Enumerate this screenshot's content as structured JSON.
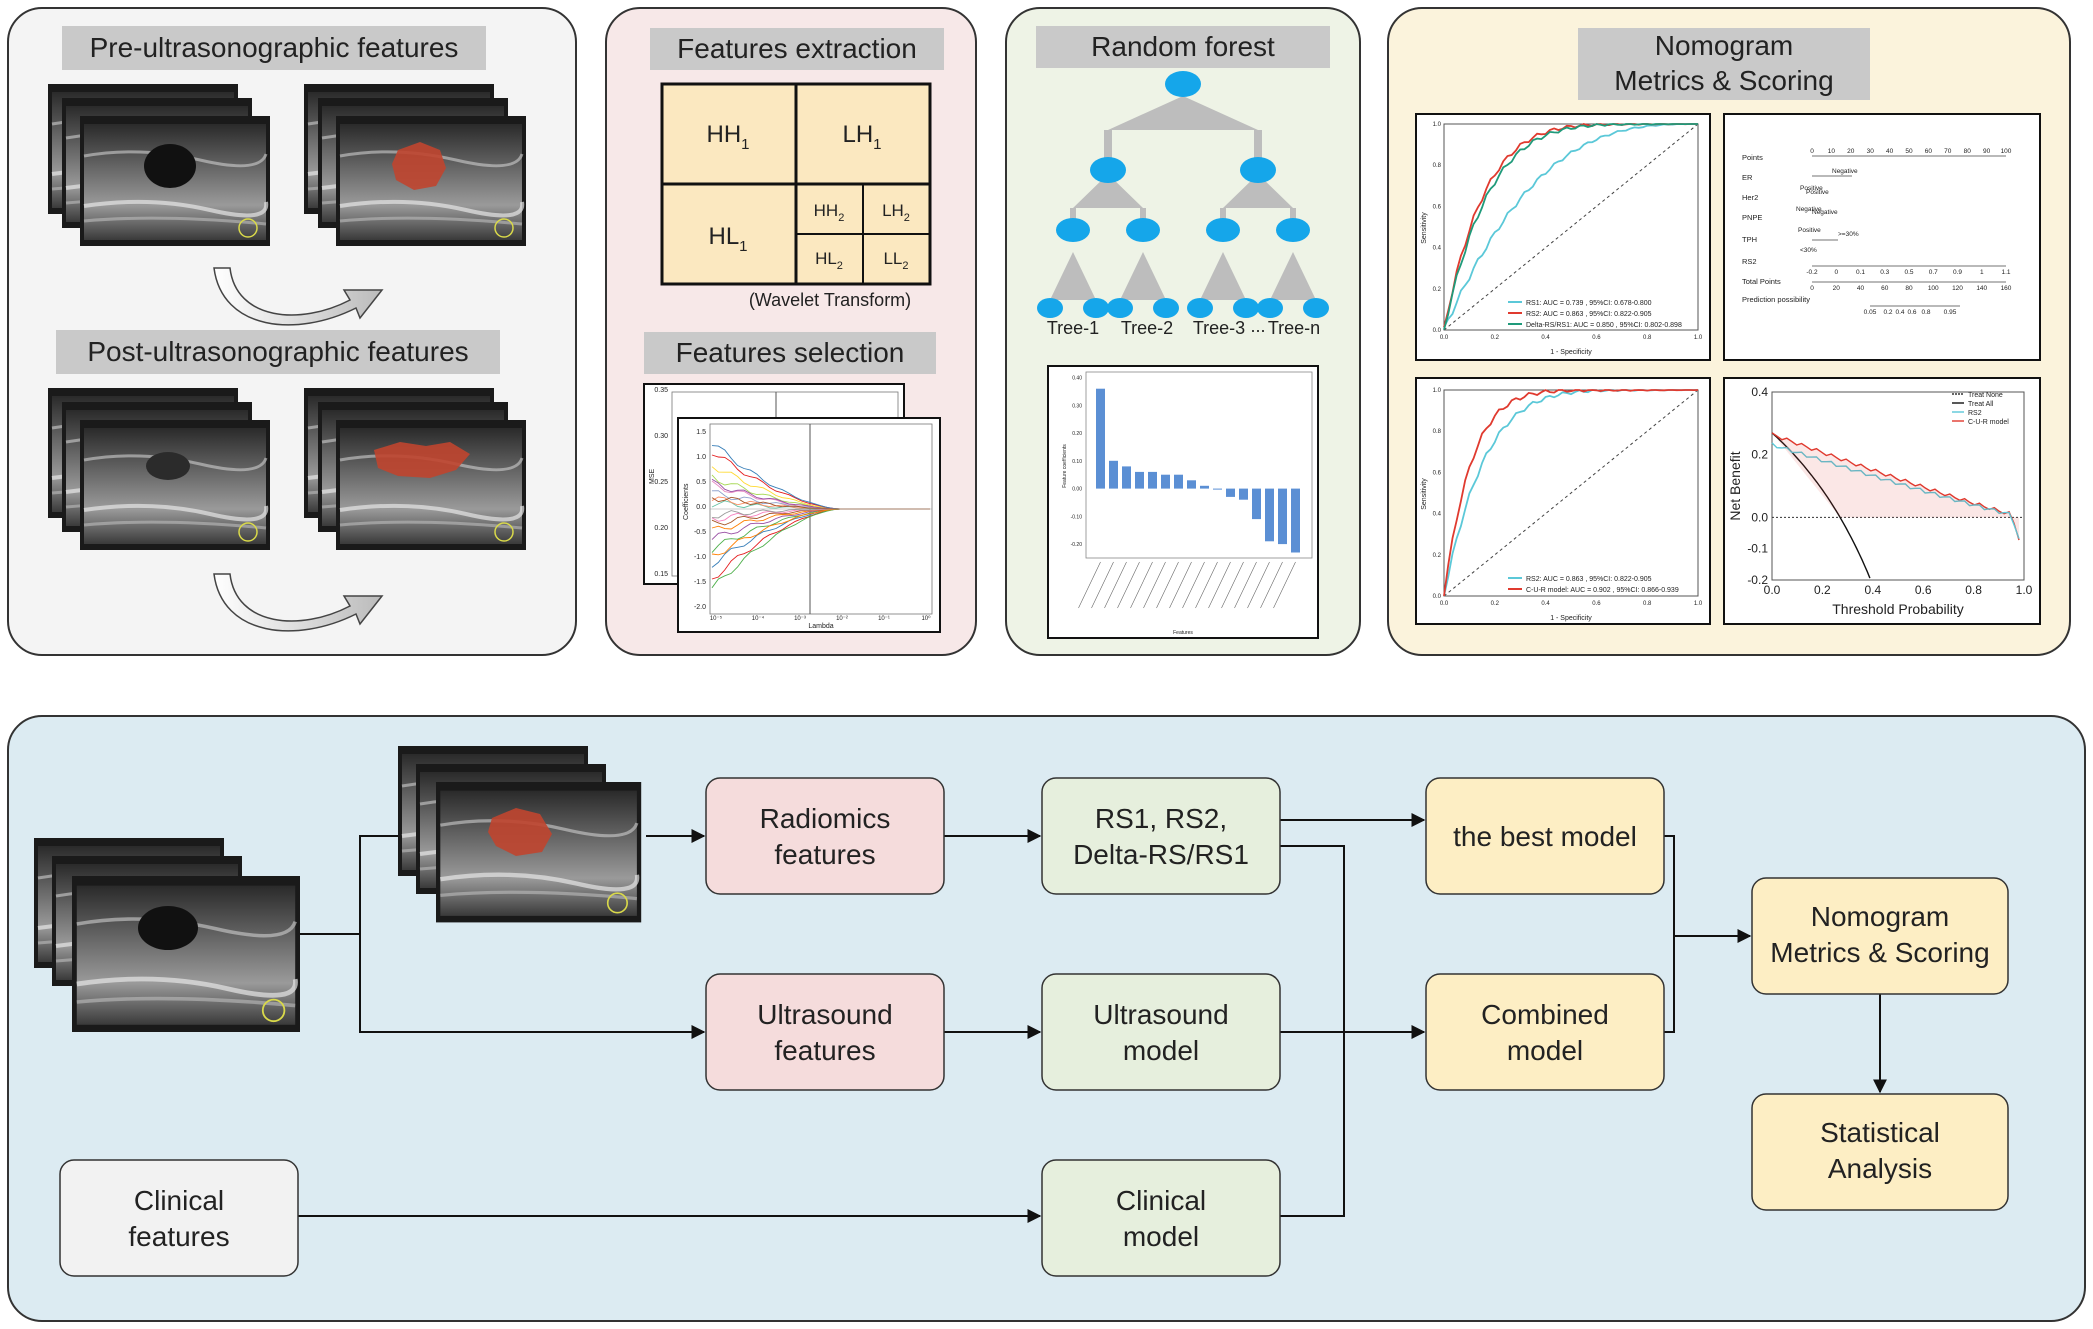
{
  "panels": {
    "pre_us": {
      "title": "Pre-ultrasonographic features"
    },
    "post_us": {
      "title": "Post-ultrasonographic features"
    },
    "extraction": {
      "title": "Features extraction",
      "cells": {
        "hh1": {
          "main": "HH",
          "sub": "1"
        },
        "lh1": {
          "main": "LH",
          "sub": "1"
        },
        "hl1": {
          "main": "HL",
          "sub": "1"
        },
        "hh2": {
          "main": "HH",
          "sub": "2"
        },
        "lh2": {
          "main": "LH",
          "sub": "2"
        },
        "hl2": {
          "main": "HL",
          "sub": "2"
        },
        "ll2": {
          "main": "LL",
          "sub": "2"
        }
      },
      "caption": "(Wavelet Transform)"
    },
    "selection": {
      "title": "Features selection",
      "back_plot": {
        "ylabel": "MSE",
        "yticks": [
          "0.35",
          "0.30",
          "0.25",
          "0.20",
          "0.15"
        ]
      },
      "front_plot": {
        "ylabel": "Coefficients",
        "xlabel": "Lambda",
        "yticks": [
          "1.5",
          "1.0",
          "0.5",
          "0.0",
          "-0.5",
          "-1.0",
          "-1.5",
          "-2.0"
        ],
        "xticks": [
          "10⁻⁵",
          "10⁻⁴",
          "10⁻³",
          "10⁻²",
          "10⁻¹",
          "10⁰"
        ]
      }
    },
    "forest": {
      "title": "Random forest",
      "trees": [
        "Tree-1",
        "Tree-2",
        "Tree-3",
        "Tree-n"
      ],
      "ellipsis": "...",
      "importance_plot": {
        "ylabel": "Feature coefficients",
        "xlabel": "Features",
        "yticks": [
          "0.40",
          "0.30",
          "0.20",
          "0.10",
          "0.00",
          "-0.10",
          "-0.20"
        ],
        "bar_values": [
          0.36,
          0.1,
          0.08,
          0.06,
          0.06,
          0.05,
          0.05,
          0.03,
          0.01,
          0.0,
          -0.03,
          -0.04,
          -0.11,
          -0.19,
          -0.2,
          -0.23
        ]
      }
    },
    "nomogram": {
      "title_line1": "Nomogram",
      "title_line2": "Metrics & Scoring",
      "roc1": {
        "ylabel": "Sensitivity",
        "xlabel": "1 - Specificity",
        "ticks": [
          "0.0",
          "0.2",
          "0.4",
          "0.6",
          "0.8",
          "1.0"
        ],
        "legend": [
          "RS1: AUC = 0.739 , 95%CI: 0.678-0.800",
          "RS2: AUC = 0.863 , 95%CI: 0.822-0.905",
          "Delta-RS/RS1: AUC = 0.850 , 95%CI: 0.802-0.898"
        ],
        "colors": [
          "#5bc8d8",
          "#e03a2f",
          "#1f9a7a"
        ]
      },
      "nomo": {
        "rows": [
          "Points",
          "ER",
          "Her2",
          "PNPE",
          "TPH",
          "RS2",
          "Total Points",
          "Prediction possibility"
        ],
        "points_ticks": [
          "0",
          "10",
          "20",
          "30",
          "40",
          "50",
          "60",
          "70",
          "80",
          "90",
          "100"
        ],
        "labels": {
          "er_neg": "Negative",
          "er_pos": "Positive",
          "her2_pos": "Positive",
          "her2_neg": "Negative",
          "pnpe_neg": "Negative",
          "pnpe_pos": "Positive",
          "tph_hi": ">=30%",
          "tph_lo": "<30%"
        },
        "rs2_ticks": [
          "-0.2",
          "0",
          "0.1",
          "0.3",
          "0.5",
          "0.7",
          "0.9",
          "1",
          "1.1"
        ],
        "total_ticks": [
          "0",
          "20",
          "40",
          "60",
          "80",
          "100",
          "120",
          "140",
          "160"
        ],
        "prob_ticks": [
          "0.05",
          "0.2",
          "0.4",
          "0.6",
          "0.8",
          "0.95"
        ]
      },
      "roc2": {
        "ylabel": "Sensitivity",
        "xlabel": "1 - Specificity",
        "ticks": [
          "0.0",
          "0.2",
          "0.4",
          "0.6",
          "0.8",
          "1.0"
        ],
        "legend": [
          "RS2: AUC = 0.863 , 95%CI: 0.822-0.905",
          "C-U-R model: AUC = 0.902 , 95%CI: 0.866-0.939"
        ],
        "colors": [
          "#5bc8d8",
          "#e03a2f"
        ]
      },
      "dca": {
        "ylabel": "Net Benefit",
        "xlabel": "Threshold Probability",
        "yticks": [
          "0.4",
          "0.2",
          "0.0",
          "-0.1",
          "-0.2"
        ],
        "xticks": [
          "0.0",
          "0.2",
          "0.4",
          "0.6",
          "0.8",
          "1.0"
        ],
        "legend": [
          "Treat None",
          "Treat All",
          "RS2",
          "C-U-R model"
        ]
      }
    }
  },
  "flow": {
    "radiomics": {
      "line1": "Radiomics",
      "line2": "features"
    },
    "ultrasound_features": {
      "line1": "Ultrasound",
      "line2": "features"
    },
    "clinical_features": {
      "line1": "Clinical",
      "line2": "features"
    },
    "rs_models": {
      "line1": "RS1, RS2,",
      "line2": "Delta-RS/RS1"
    },
    "ultrasound_model": {
      "line1": "Ultrasound",
      "line2": "model"
    },
    "clinical_model": {
      "line1": "Clinical",
      "line2": "model"
    },
    "best_model": {
      "line1": "the best model"
    },
    "combined_model": {
      "line1": "Combined",
      "line2": "model"
    },
    "nomogram": {
      "line1": "Nomogram",
      "line2": "Metrics & Scoring"
    },
    "statistical": {
      "line1": "Statistical",
      "line2": "Analysis"
    }
  },
  "colors": {
    "panel_gray_bg": "#f4f4f4",
    "panel_pink_bg": "#f7e8e8",
    "panel_green_bg": "#eef3e6",
    "panel_yellow_bg": "#fbf3dc",
    "flow_bg": "#dcebf2",
    "pink_box": "#f5dcdc",
    "green_box": "#e6efdd",
    "yellow_box": "#fdeec4",
    "gray_box": "#f2f2f2",
    "title_bar": "#c9c9c9",
    "wavelet_fill": "#fbe8c0",
    "node_blue": "#15a6ea",
    "bar_blue": "#5b8fd4",
    "lesion_red": "#c0452f"
  }
}
